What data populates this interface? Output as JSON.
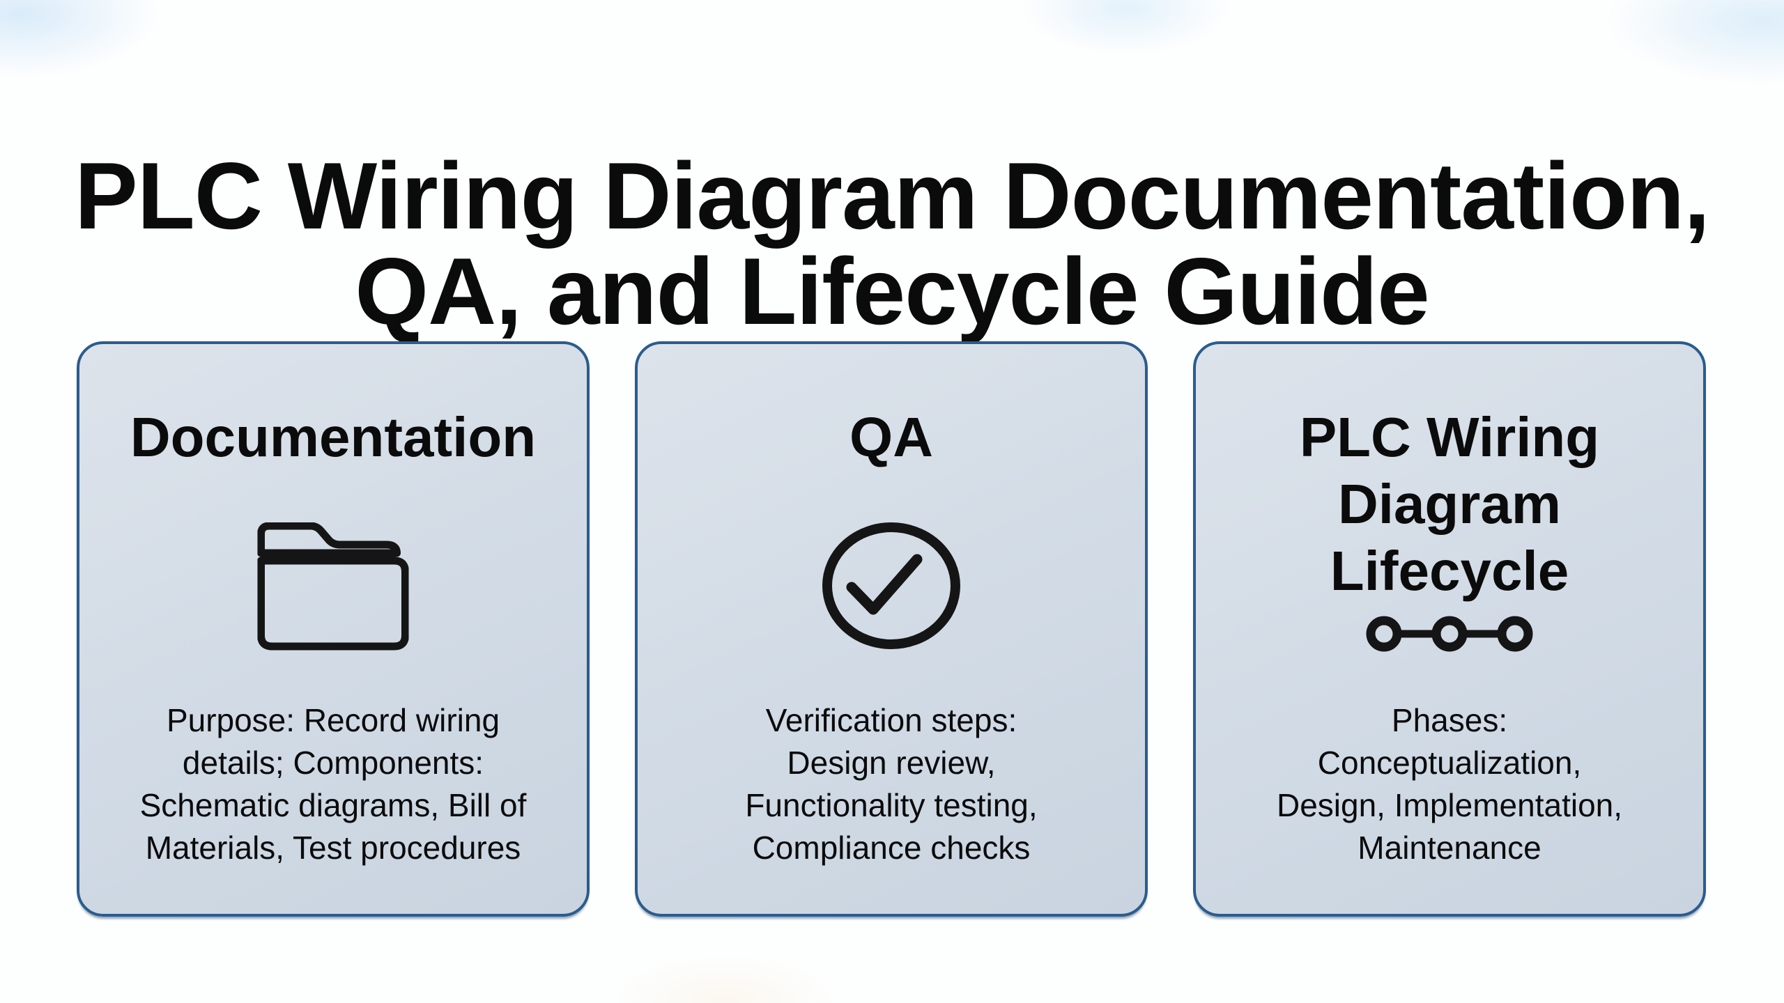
{
  "page": {
    "title": "PLC Wiring Diagram Documentation,\nQA, and Lifecycle Guide"
  },
  "cards": [
    {
      "heading": "Documentation",
      "icon": "folder-icon",
      "body": "Purpose: Record wiring\ndetails; Components:\nSchematic diagrams, Bill of\nMaterials, Test procedures"
    },
    {
      "heading": "QA",
      "icon": "circle-check-icon",
      "body": "Verification steps:\nDesign review,\nFunctionality testing,\nCompliance checks"
    },
    {
      "heading": "PLC Wiring\nDiagram\nLifecycle",
      "icon": "timeline-icon",
      "body": "Phases:\nConceptualization,\nDesign, Implementation,\nMaintenance"
    }
  ],
  "colors": {
    "text_color": "#0b0b0c",
    "icon_color": "#151515",
    "card_border": "#2b5c8d",
    "card_fill_top": "#dde3eb",
    "card_fill_bottom": "#c9d4e0"
  }
}
